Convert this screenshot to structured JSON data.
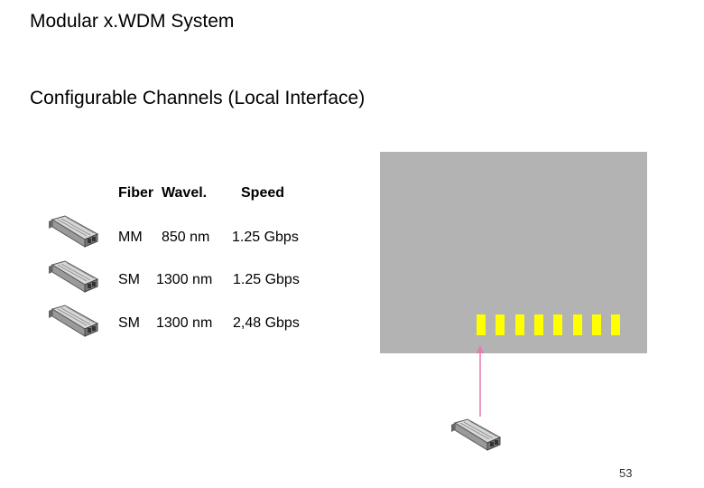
{
  "slide": {
    "title": "Modular x.WDM System",
    "subtitle": "Configurable Channels (Local Interface)",
    "page_number": "53"
  },
  "table": {
    "headers": {
      "fiber_wavelength": "Fiber  Wavel.",
      "speed": "Speed"
    },
    "rows": [
      {
        "fiber": "MM",
        "wavelength": "850 nm",
        "speed": "1.25 Gbps"
      },
      {
        "fiber": "SM",
        "wavelength": "1300 nm",
        "speed": "1.25 Gbps"
      },
      {
        "fiber": "SM",
        "wavelength": "1300 nm",
        "speed": "2,48 Gbps"
      }
    ]
  },
  "module": {
    "port_count": 8,
    "panel_color": "#b3b3b3",
    "port_color": "#ffff00",
    "arrow_color": "#e879b4"
  },
  "icons": {
    "transceiver": "sfp-transceiver-icon"
  }
}
